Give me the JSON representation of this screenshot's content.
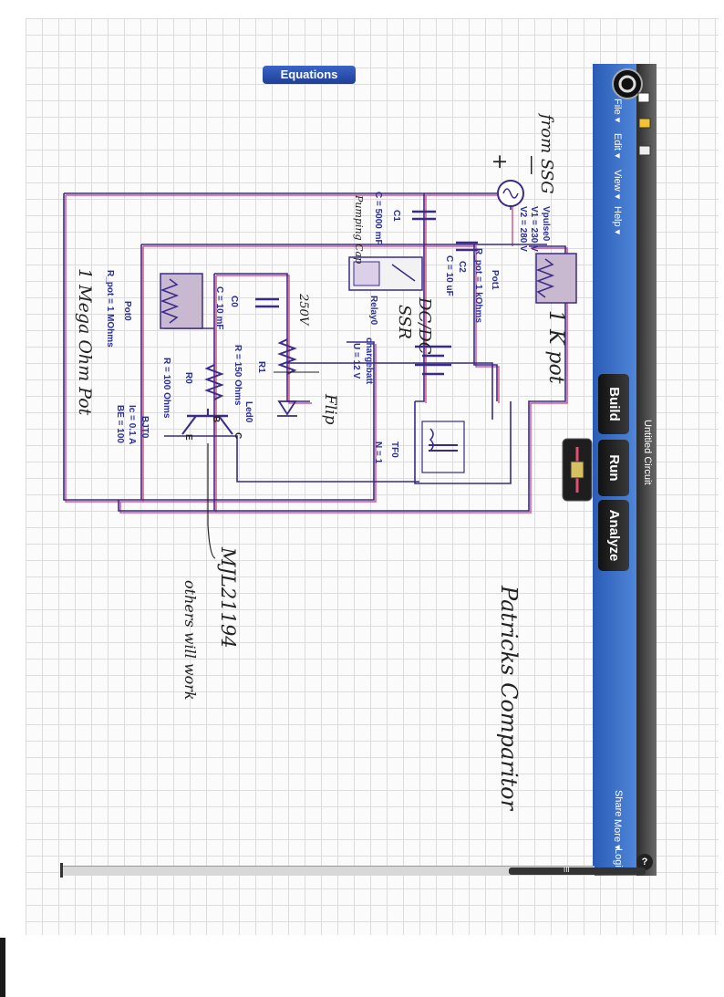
{
  "app": {
    "title": "Untitled Circuit",
    "menus": [
      "File ▾",
      "Edit ▾",
      "View ▾",
      "Help ▾"
    ],
    "right_menus": [
      "Share",
      "More ▾",
      "Login"
    ],
    "help_glyph": "?",
    "buttons": {
      "build": "Build",
      "run": "Run",
      "analyze": "Analyze"
    },
    "equations": "Equations",
    "scroll_glyph": "III"
  },
  "labels": {
    "vpulse_name": "Vpulse0",
    "v1": "V1 = 230 V",
    "v2": "V2 = 280 V",
    "c1_name": "C1",
    "c1_val": "C = 5000 mF",
    "c2_name": "C2",
    "c2_val": "C = 10 uF",
    "pot1_name": "Pot1",
    "pot1_val": "R_pot = 1 kOhms",
    "relay_name": "Relay0",
    "battery_name": "chargebatt",
    "battery_val": "U = 12 V",
    "r1_name": "R1",
    "r1_val": "R = 150 Ohms",
    "led_name": "Led0",
    "c0_name": "C0",
    "c0_val": "C = 10 mF",
    "r0_name": "R0",
    "r0_val": "R = 100 Ohms",
    "bjt_ic": "Ic = 0.1 A",
    "bjt_beta": "BE = 100",
    "bjt_name": "BJT0",
    "pot0_name": "Pot0",
    "pot0_val": "R_pot = 1 MOhms",
    "tf_name": "TF0",
    "tf_ratio": "N = 1",
    "b_pin": "B",
    "c_pin": "C",
    "e_pin": "E"
  },
  "handwriting": {
    "from_ssg": "from SSG",
    "plus": "+",
    "minus": "—",
    "pump_cap": "Pumping Cap",
    "one_k_pot": "1 K pot",
    "dcdc": "DC/DC",
    "ssr": "SSR",
    "v250": "250V",
    "flip": "Flip",
    "mega_pot": "1 Mega Ohm Pot",
    "mjl": "MJL21194",
    "others": "others will work",
    "patricks": "Patricks Comparitor"
  },
  "colors": {
    "wire": "#3a2a8a",
    "wire_echo": "#d0306a",
    "menubar": "#2f63bd",
    "label": "#2a2f9c"
  }
}
